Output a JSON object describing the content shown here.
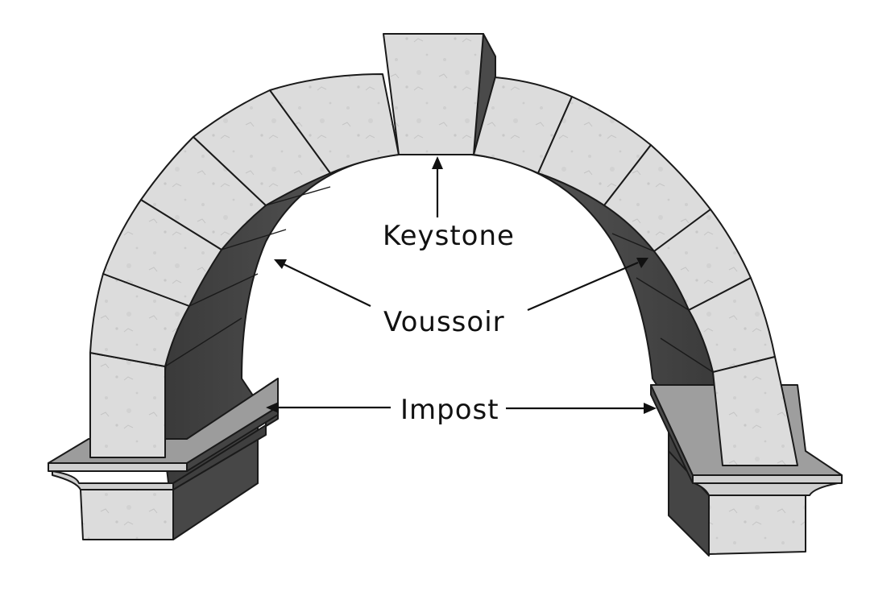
{
  "labels": {
    "keystone": "Keystone",
    "voussoir": "Voussoir",
    "impost": "Impost"
  },
  "colors": {
    "stone": "#d9d9d9",
    "stone_light": "#e6e6e6",
    "shadow": "#4a4a4a",
    "shadow_dark": "#2f2f2f",
    "outline": "#1a1a1a",
    "background": "#ffffff"
  }
}
